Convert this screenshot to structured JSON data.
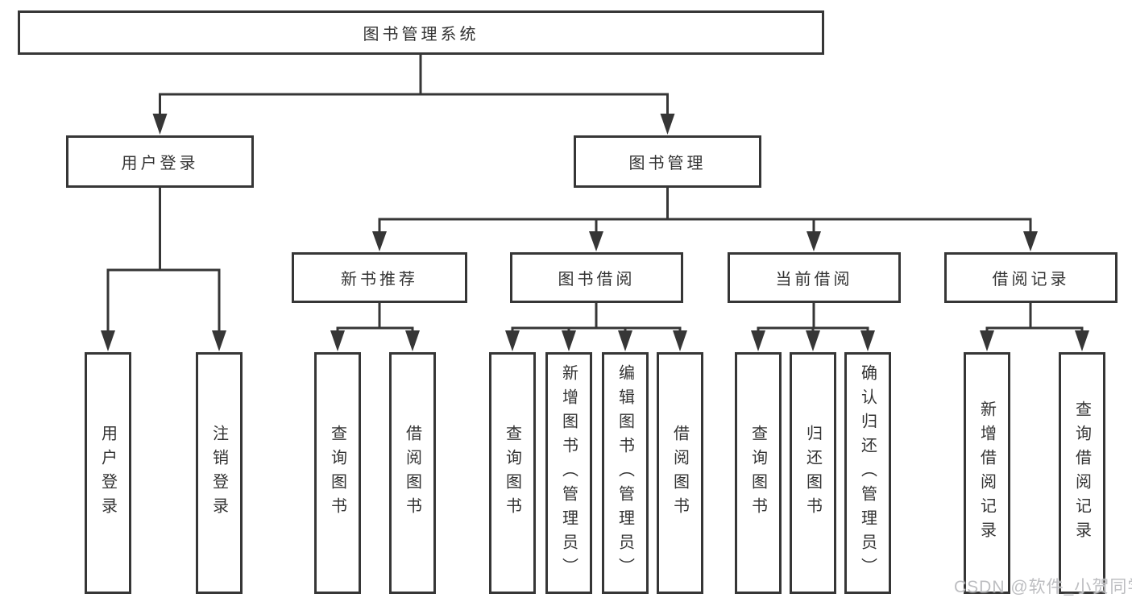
{
  "diagram_colors": {
    "stroke": "#363636",
    "text": "#333333",
    "watermark": "#bdbec1"
  },
  "tree": {
    "label": "图书管理系统",
    "children": [
      {
        "label": "用户登录",
        "children": [
          {
            "label": "用户登录"
          },
          {
            "label": "注销登录"
          }
        ]
      },
      {
        "label": "图书管理",
        "children": [
          {
            "label": "新书推荐",
            "children": [
              {
                "label": "查询图书"
              },
              {
                "label": "借阅图书"
              }
            ]
          },
          {
            "label": "图书借阅",
            "children": [
              {
                "label": "查询图书"
              },
              {
                "label": "新增图书（管理员）"
              },
              {
                "label": "编辑图书（管理员）"
              },
              {
                "label": "借阅图书"
              }
            ]
          },
          {
            "label": "当前借阅",
            "children": [
              {
                "label": "查询图书"
              },
              {
                "label": "归还图书"
              },
              {
                "label": "确认归还（管理员）"
              }
            ]
          },
          {
            "label": "借阅记录",
            "children": [
              {
                "label": "新增借阅记录"
              },
              {
                "label": "查询借阅记录"
              }
            ]
          }
        ]
      }
    ]
  },
  "watermark": {
    "text": "CSDN @软件_小贺同学"
  }
}
